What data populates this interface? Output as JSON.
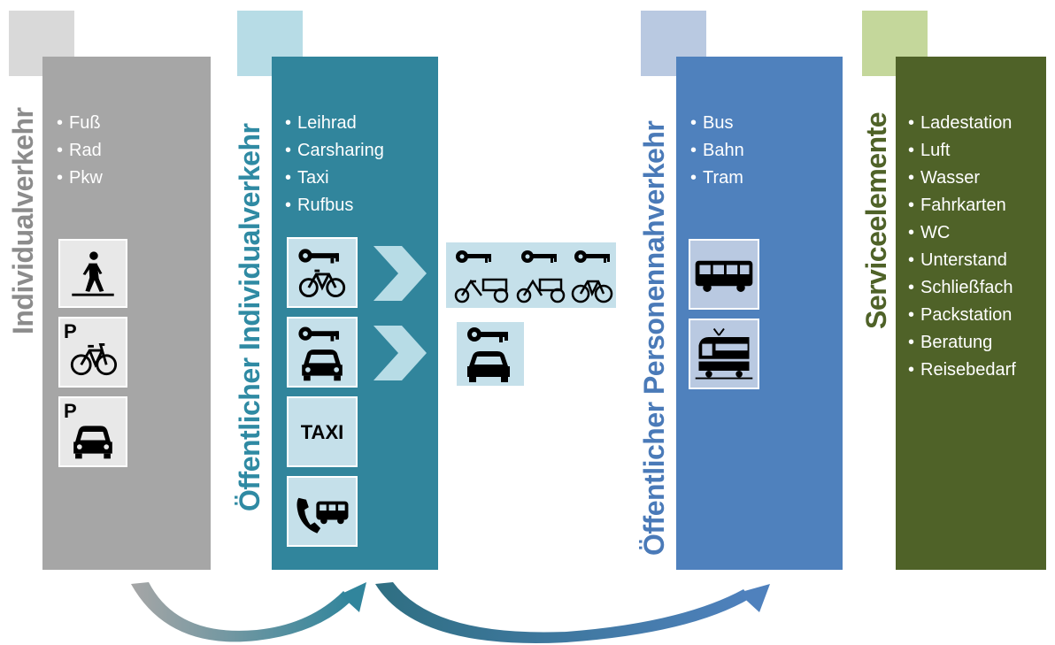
{
  "columns": {
    "iv": {
      "title": "Individualverkehr",
      "items": [
        "Fuß",
        "Rad",
        "Pkw"
      ]
    },
    "oiv": {
      "title": "Öffentlicher Individualverkehr",
      "items": [
        "Leihrad",
        "Carsharing",
        "Taxi",
        "Rufbus"
      ]
    },
    "opnv": {
      "title": "Öffentlicher Personennahverkehr",
      "items": [
        "Bus",
        "Bahn",
        "Tram"
      ]
    },
    "se": {
      "title": "Serviceelemente",
      "items": [
        "Ladestation",
        "Luft",
        "Wasser",
        "Fahrkarten",
        "WC",
        "Unterstand",
        "Schließfach",
        "Packstation",
        "Beratung",
        "Reisebedarf"
      ]
    }
  },
  "icons": {
    "parking_letter": "P",
    "taxi_label": "TAXI"
  },
  "colors": {
    "iv_square": "#d9d9d9",
    "iv_panel": "#a6a6a6",
    "iv_title": "#8c8c8c",
    "oiv_square": "#b7dce6",
    "oiv_panel": "#31859c",
    "oiv_title": "#2f8aa3",
    "opnv_square": "#b9c9e1",
    "opnv_panel": "#4f81bd",
    "opnv_title": "#4a7ab8",
    "se_square": "#c4d79b",
    "se_panel": "#4f6228",
    "se_title": "#4f6228",
    "tile_bg": "#c5e0ea"
  }
}
